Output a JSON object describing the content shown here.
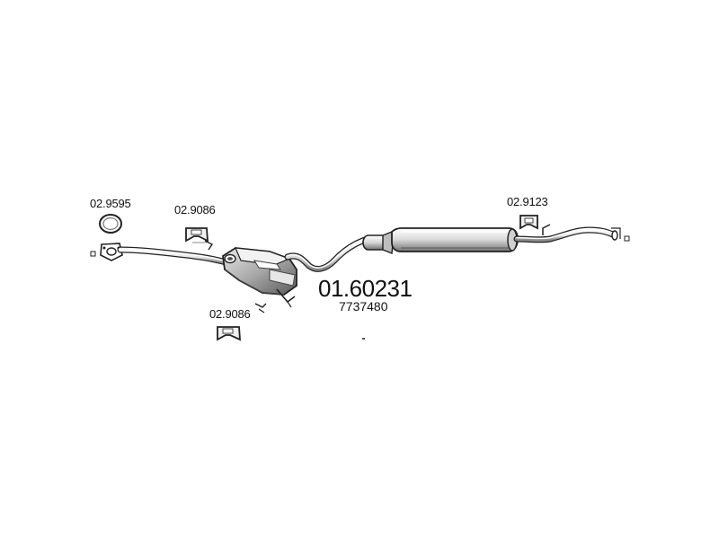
{
  "assembly": {
    "part_number": "01.60231",
    "oem_number": "7737480"
  },
  "components": {
    "gasket_label": "02.9595",
    "hanger_front_label": "02.9086",
    "hanger_lower_label": "02.9086",
    "hanger_rear_label": "02.9123"
  },
  "colors": {
    "line": "#222222",
    "shade": "#9a9a9a",
    "fill": "#ffffff"
  }
}
